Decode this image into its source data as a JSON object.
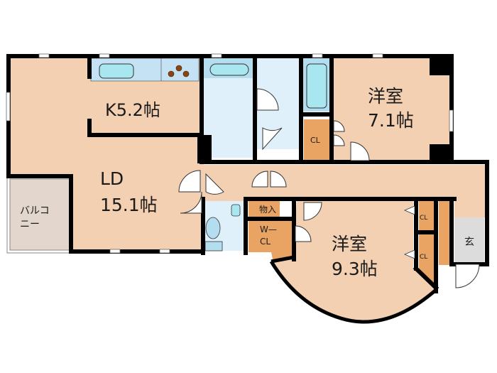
{
  "floorplan": {
    "colors": {
      "room": "#f3d0b2",
      "wet": "#dff0fb",
      "wet_fixture": "#b4def0",
      "fixture_fill": "#a8e6f0",
      "closet": "#e9a464",
      "balcony": "#e3d6cc",
      "entrance": "#dcdcdc",
      "wall": "#000000",
      "stove_burner": "#8b4513"
    },
    "rooms": {
      "kitchen": {
        "name": "K",
        "size": "5.2帖",
        "label": "K5.2帖"
      },
      "living_dining": {
        "name": "LD",
        "size": "15.1帖"
      },
      "western_room_1": {
        "name": "洋室",
        "size": "7.1帖"
      },
      "western_room_2": {
        "name": "洋室",
        "size": "9.3帖"
      },
      "balcony": {
        "line1": "バルコ",
        "line2": "ニー"
      },
      "storage": {
        "label": "物入"
      },
      "walk_in_closet": {
        "line1": "W—",
        "line2": "CL"
      },
      "closet_room1": {
        "label": "CL"
      },
      "closet_room2_upper": {
        "label": "CL"
      },
      "closet_room2_lower": {
        "label": "CL"
      },
      "entrance": {
        "label": "玄"
      }
    }
  }
}
